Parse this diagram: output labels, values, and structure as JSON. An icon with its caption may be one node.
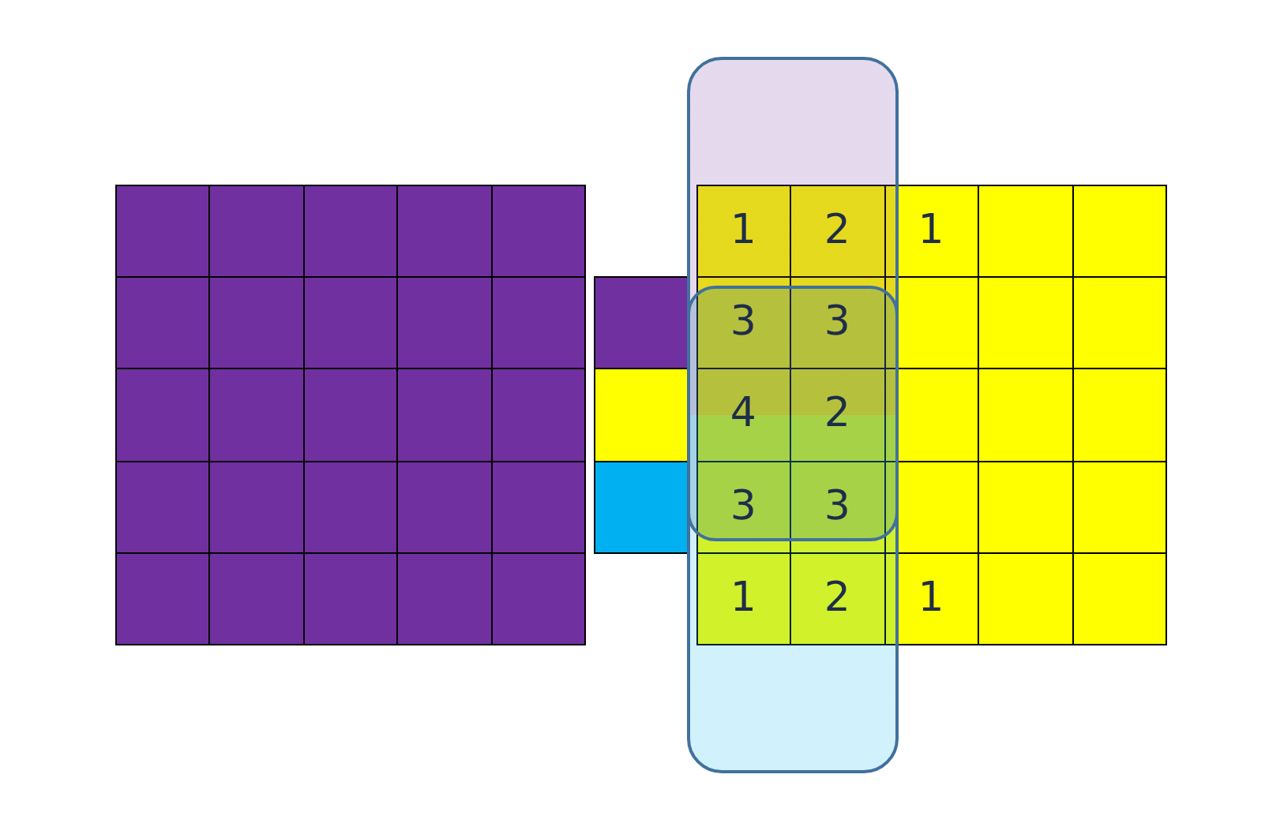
{
  "diagram": {
    "labels": [
      "1",
      "2",
      "1",
      "3",
      "3",
      "4",
      "2",
      "3",
      "3",
      "1",
      "2",
      "1"
    ]
  }
}
